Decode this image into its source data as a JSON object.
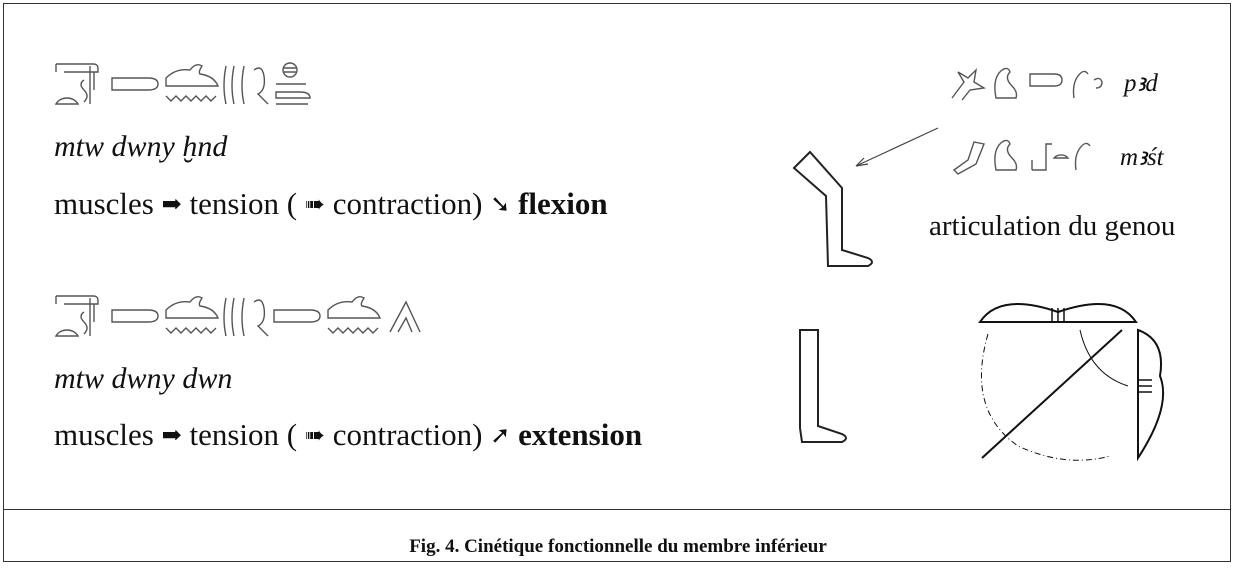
{
  "flexion": {
    "translit": "mtw dwny ḫnd",
    "word1": "muscles",
    "arrow1": "➡",
    "word2": "tension (",
    "arrow2": "➠",
    "word3": "contraction)",
    "arrow3": "➘",
    "result": "flexion"
  },
  "extension": {
    "translit": "mtw dwny dwn",
    "word1": "muscles",
    "arrow1": "➡",
    "word2": "tension (",
    "arrow2": "➠",
    "word3": "contraction)",
    "arrow3": "➚",
    "result": "extension"
  },
  "right": {
    "pzd_translit": "pꜣd",
    "mzst_translit": "mꜣśt",
    "label": "articulation du genou"
  },
  "caption": "Fig. 4. Cinétique fonctionnelle du membre inférieur"
}
